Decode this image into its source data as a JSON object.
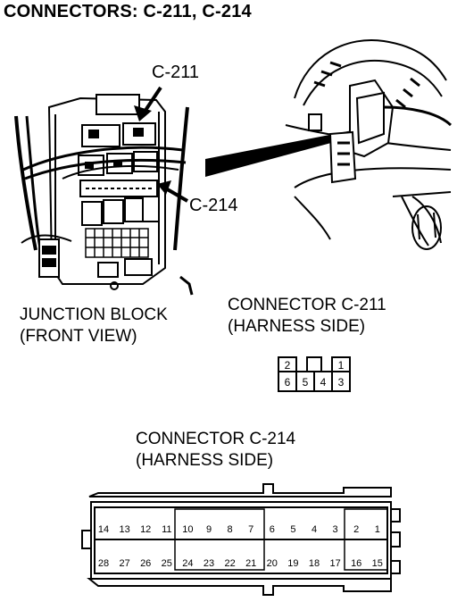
{
  "title": "CONNECTORS: C-211, C-214",
  "callouts": {
    "c211": "C-211",
    "c214": "C-214"
  },
  "junction_block": {
    "line1": "JUNCTION BLOCK",
    "line2": "(FRONT VIEW)"
  },
  "connector_c211": {
    "line1": "CONNECTOR C-211",
    "line2": "(HARNESS SIDE)",
    "top_row": [
      "2",
      "",
      "1"
    ],
    "bottom_row": [
      "6",
      "5",
      "4",
      "3"
    ]
  },
  "connector_c214": {
    "line1": "CONNECTOR C-214",
    "line2": "(HARNESS SIDE)",
    "top_row": [
      "14",
      "13",
      "12",
      "11",
      "10",
      "9",
      "8",
      "7",
      "6",
      "5",
      "4",
      "3",
      "2",
      "1"
    ],
    "bottom_row": [
      "28",
      "27",
      "26",
      "25",
      "24",
      "23",
      "22",
      "21",
      "20",
      "19",
      "18",
      "17",
      "16",
      "15"
    ]
  }
}
